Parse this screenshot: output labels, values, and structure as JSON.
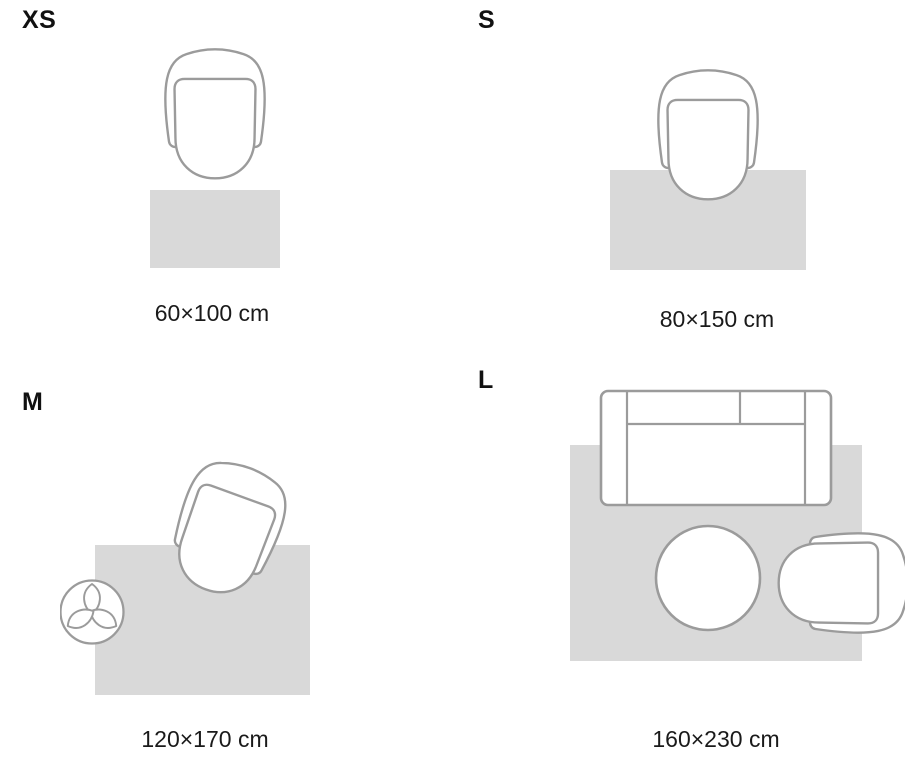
{
  "diagram": {
    "sizes": [
      {
        "label": "XS",
        "dimensions": "60×100 cm"
      },
      {
        "label": "S",
        "dimensions": "80×150 cm"
      },
      {
        "label": "M",
        "dimensions": "120×170 cm"
      },
      {
        "label": "L",
        "dimensions": "160×230 cm"
      }
    ],
    "colors": {
      "rug_fill": "#d9d9d9",
      "furniture_outline": "#9b9b9b",
      "furniture_fill": "#ffffff",
      "text": "#1a1a1a",
      "background": "#ffffff"
    }
  }
}
